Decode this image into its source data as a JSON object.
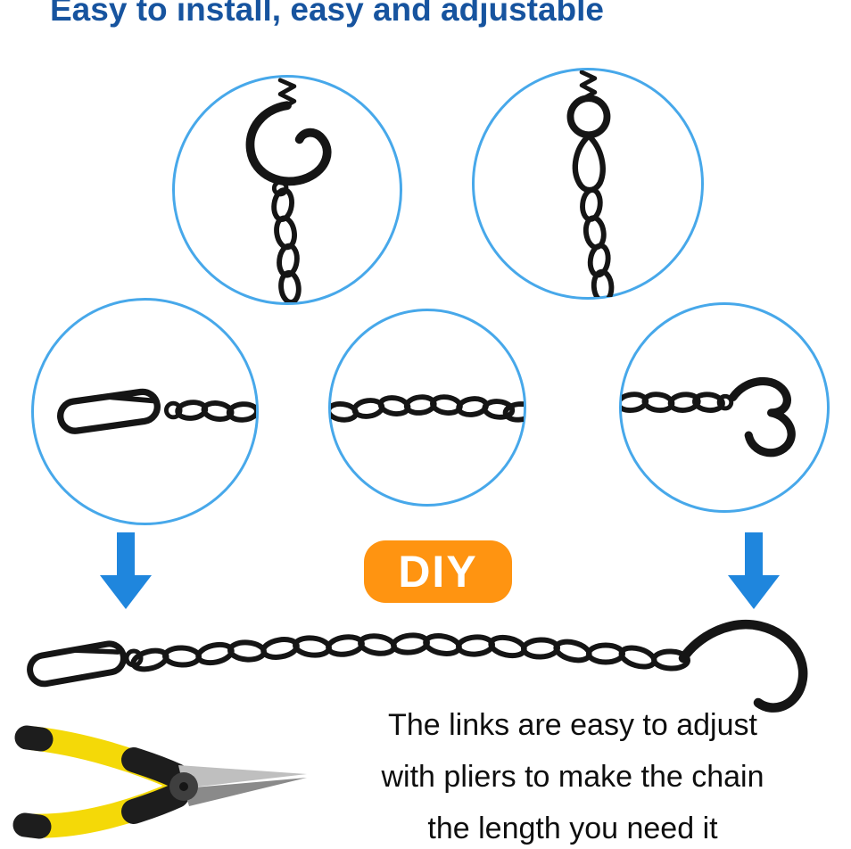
{
  "title": "Easy to install, easy and adjustable",
  "badge": {
    "label": "DIY"
  },
  "description": {
    "line1": "The links are easy to adjust",
    "line2": "with pliers to make the chain",
    "line3": "the length you need it"
  },
  "callouts": [
    {
      "label": "ceiling-hook-with-chain"
    },
    {
      "label": "eye-bolt-with-chain"
    },
    {
      "label": "snap-clasp-with-chain"
    },
    {
      "label": "chain-links-adjustable"
    },
    {
      "label": "chain-with-s-hook"
    }
  ],
  "figures": {
    "long_chain": "full-chain-with-clasp-and-s-hook",
    "pliers": "needle-nose-pliers",
    "arrow_left": "down-arrow",
    "arrow_right": "down-arrow"
  },
  "colors": {
    "title_blue": "#17549f",
    "circle_outline_blue": "#47a8ea",
    "arrow_blue": "#1f86dd",
    "badge_orange": "#ff9411",
    "badge_text": "#ffffff",
    "chain_black": "#151515",
    "plier_yellow": "#f4d908",
    "plier_metal_gray": "#9a9a9a",
    "body_text": "#0e0e0e",
    "background": "#ffffff"
  }
}
